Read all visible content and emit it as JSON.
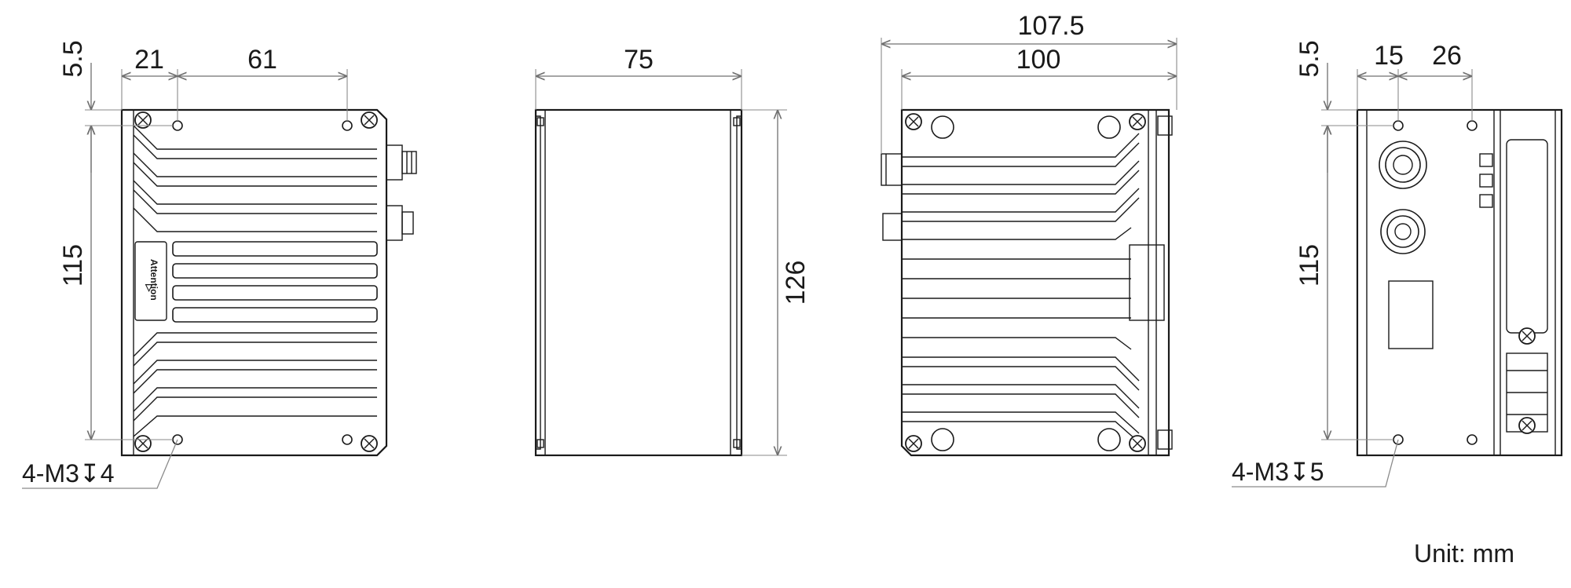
{
  "views": {
    "front": {
      "dim_top_small": "21",
      "dim_top_large": "61",
      "dim_left_offset": "5.5",
      "dim_left_height": "115",
      "hole_note": "4-M3↧4",
      "label_text": "Attention"
    },
    "side": {
      "dim_top": "75",
      "dim_right": "126"
    },
    "back": {
      "dim_top_outer": "107.5",
      "dim_top_inner": "100"
    },
    "end": {
      "dim_left_offset": "5.5",
      "dim_top_small": "15",
      "dim_top_large": "26",
      "dim_left_height": "115",
      "hole_note": "4-M3↧5"
    }
  },
  "unit_label": "Unit: mm"
}
